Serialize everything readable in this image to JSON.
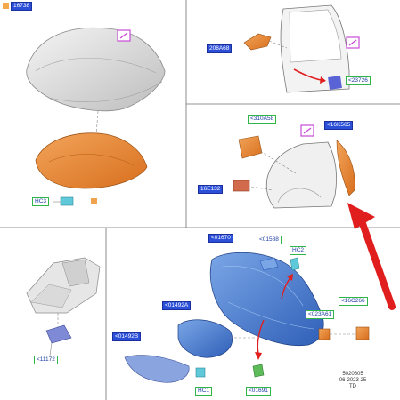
{
  "title": "Ford body parts exploded view",
  "colors": {
    "callout_blue_bg": "#2c4fd8",
    "callout_green_border": "#2fb54a",
    "orange_part": "#e8812e",
    "blue_part": "#4a7fd1",
    "arrow_red": "#e01e1e",
    "magenta_box": "#c94bd6"
  },
  "panels": {
    "hood": {
      "part_number": "16738",
      "hc_label": "HC3"
    },
    "door": {
      "left_label": "208A68",
      "right_label": "<23726"
    },
    "fender": {
      "top_label_orange": "<310A58",
      "top_label_blue": "<16K565",
      "left_label": "16E132"
    },
    "engine": {
      "label": "<11172"
    },
    "dash": {
      "labels": {
        "top_left": "<01670",
        "top_mid": "<01588",
        "top_right": "HC2",
        "left_mid": "<01492A",
        "left_low": "<01492B",
        "right_a": "<023A61",
        "right_b": "<16C266",
        "bottom_hc": "HC1",
        "bottom_num": "<01691"
      }
    }
  },
  "footer": {
    "code": "5020605",
    "date": "06-2023 25",
    "suffix": "TD"
  },
  "icons": [
    "edit-icon",
    "arrow-icon"
  ]
}
